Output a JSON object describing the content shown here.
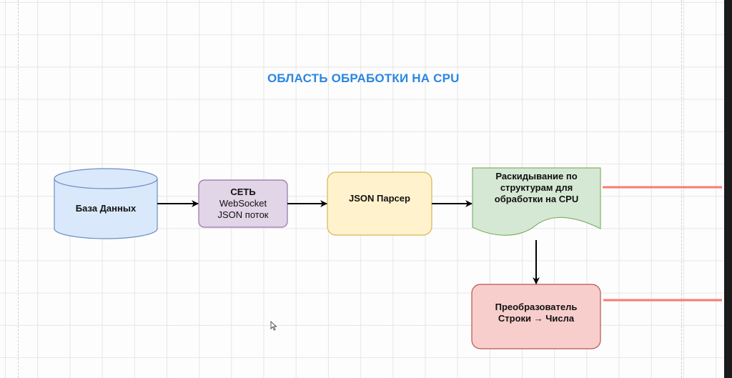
{
  "diagram": {
    "title": "ОБЛАСТЬ ОБРАБОТКИ НА CPU",
    "nodes": {
      "database": {
        "label": "База Данных",
        "shape": "cylinder",
        "fill": "#dae8fc",
        "stroke": "#6c8ebf"
      },
      "network": {
        "title": "СЕТЬ",
        "line1": "WebSocket",
        "line2": "JSON поток",
        "shape": "rounded-rect",
        "fill": "#e1d5e7",
        "stroke": "#9673a6"
      },
      "parser": {
        "label": "JSON Парсер",
        "shape": "rounded-rect",
        "fill": "#fff2cc",
        "stroke": "#d6b656"
      },
      "distribution": {
        "line1": "Раскидывание по",
        "line2": "структурам для",
        "line3": "обработки на CPU",
        "shape": "document",
        "fill": "#d5e8d4",
        "stroke": "#82b366"
      },
      "converter": {
        "line1": "Преобразователь",
        "line2": "Строки → Числа",
        "shape": "rounded-rect",
        "fill": "#f8cecc",
        "stroke": "#b85450"
      }
    },
    "edges": [
      {
        "from": "database",
        "to": "network",
        "color": "#000000"
      },
      {
        "from": "network",
        "to": "parser",
        "color": "#000000"
      },
      {
        "from": "parser",
        "to": "distribution",
        "color": "#000000"
      },
      {
        "from": "distribution",
        "to": "converter",
        "color": "#000000"
      },
      {
        "from": "distribution",
        "to": "offscreen-right",
        "color": "#f87c6e"
      },
      {
        "from": "converter",
        "to": "offscreen-right",
        "color": "#f87c6e"
      }
    ],
    "cursor_icon": "mouse-pointer-icon"
  }
}
